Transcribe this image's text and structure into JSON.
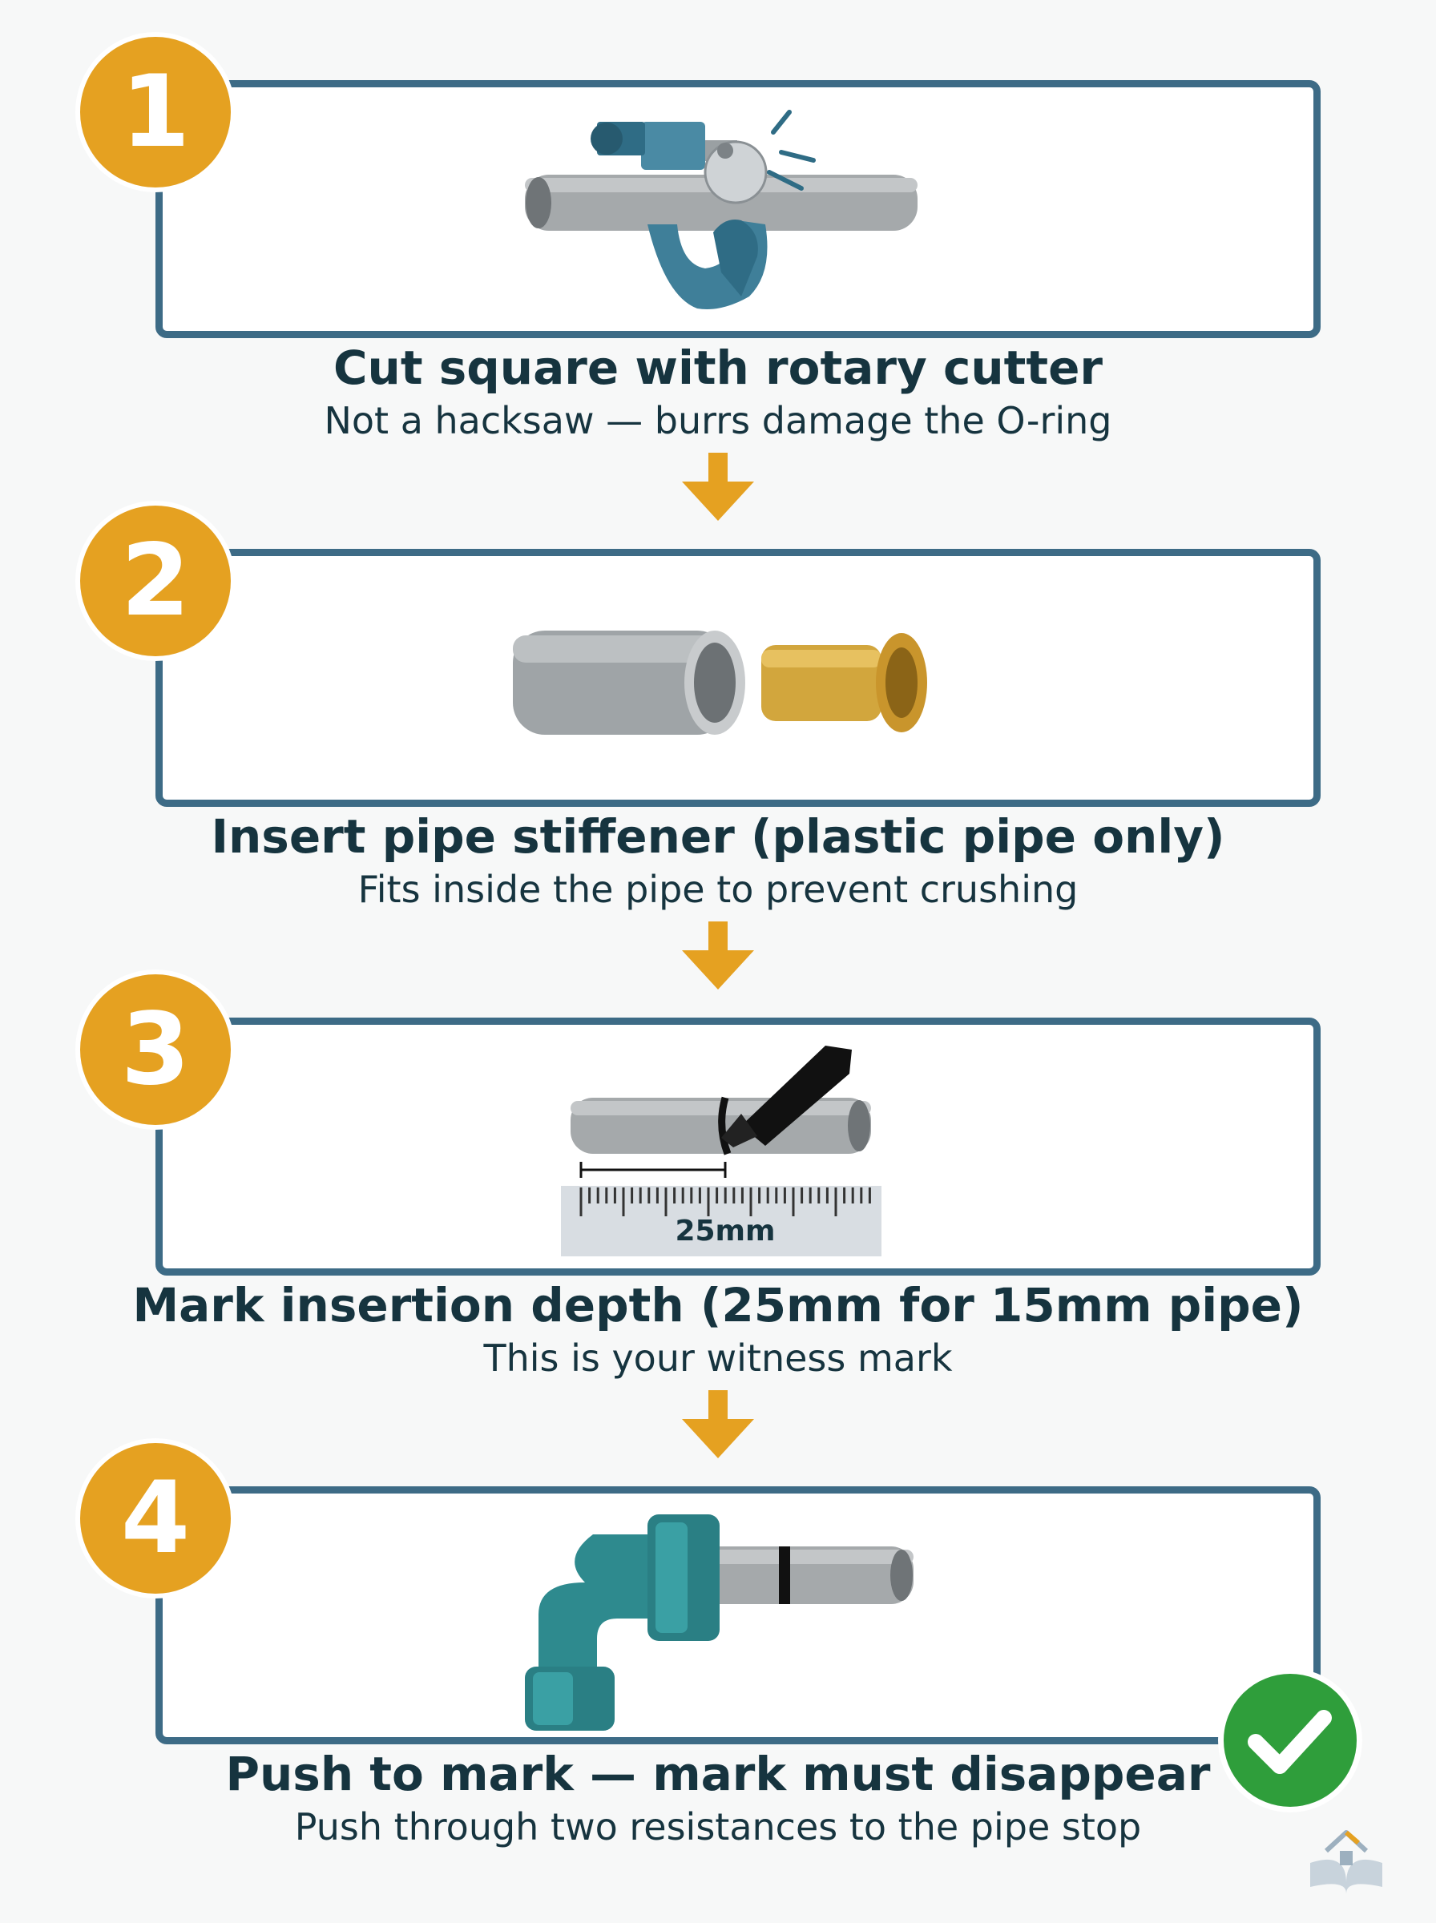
{
  "steps": [
    {
      "number": "1",
      "title": "Cut square with rotary cutter",
      "subtitle": "Not a hacksaw — burrs damage the O-ring"
    },
    {
      "number": "2",
      "title": "Insert pipe stiffener (plastic pipe only)",
      "subtitle": "Fits inside the pipe to prevent crushing"
    },
    {
      "number": "3",
      "title": "Mark insertion depth (25mm for 15mm pipe)",
      "subtitle": "This is your witness mark",
      "ruler_label": "25mm"
    },
    {
      "number": "4",
      "title": "Push to mark — mark must disappear",
      "subtitle": "Push through two resistances to the pipe stop"
    }
  ],
  "icons": {
    "step1": "rotary-cutter-icon",
    "step2": "pipe-and-stiffener-icon",
    "step3": "marker-and-ruler-icon",
    "step4": "elbow-fitting-icon",
    "done": "checkmark-icon",
    "brand": "house-book-logo"
  },
  "colors": {
    "frame": "#3d6b86",
    "badge": "#e5a121",
    "text": "#16343f",
    "check": "#2f9e3b",
    "pipe": "#9ea3a6",
    "brass": "#d2a63d",
    "fitting": "#2e8a8e"
  }
}
